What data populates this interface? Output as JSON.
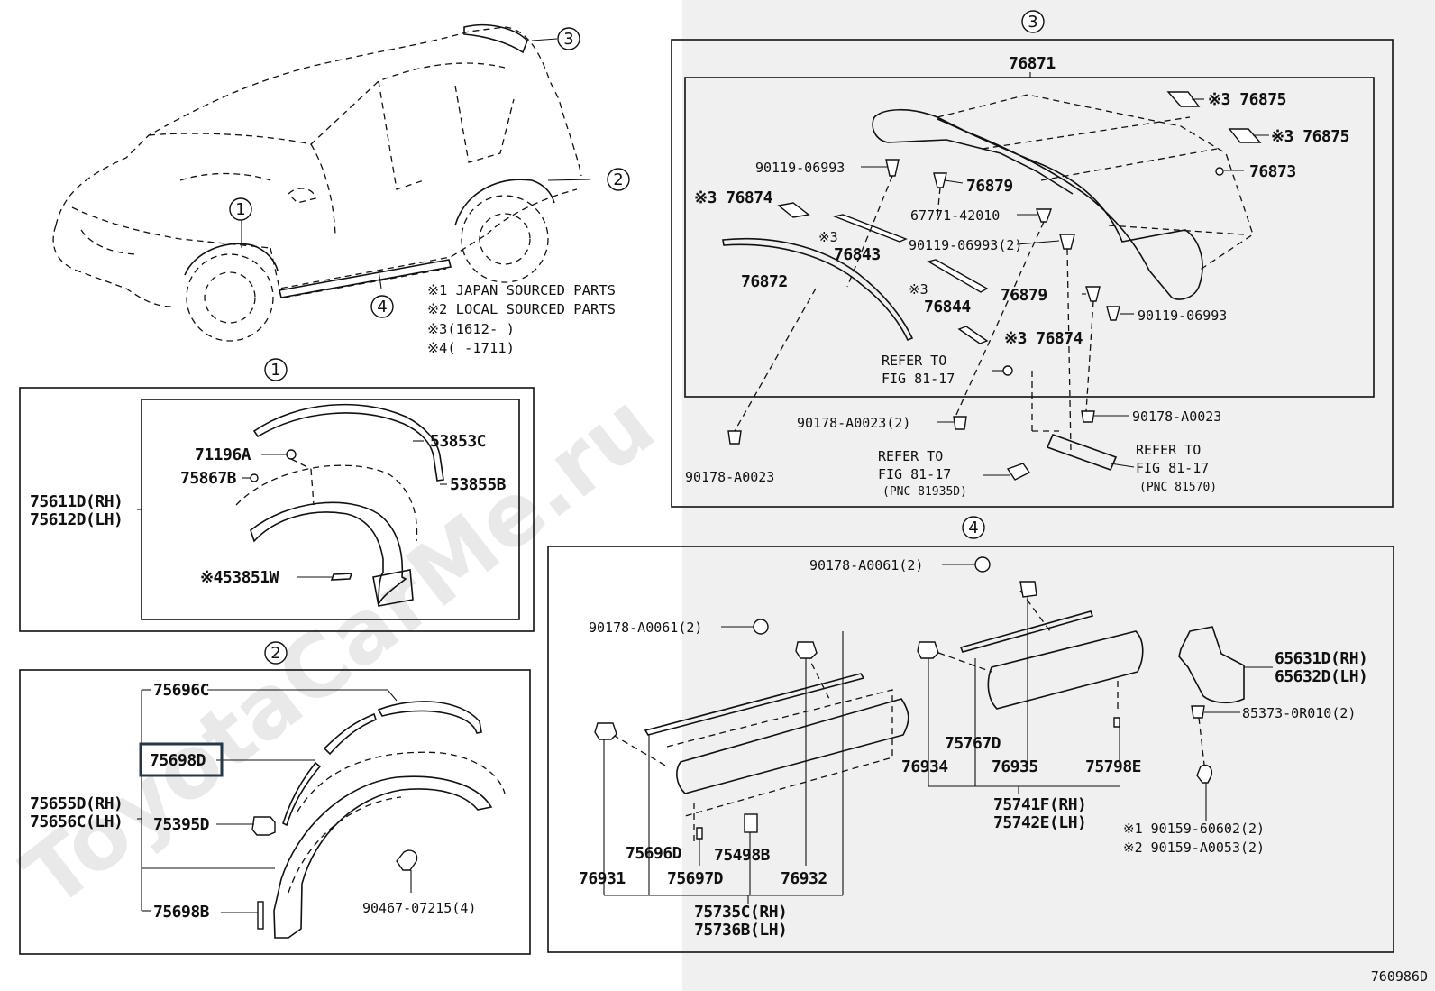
{
  "watermark": "ToyotaCarMe.ru",
  "illustration_code": "760986D",
  "callouts": {
    "c1": "1",
    "c2": "2",
    "c3": "3",
    "c4": "4"
  },
  "notes": {
    "n1": "※1 JAPAN SOURCED PARTS",
    "n2": "※2 LOCAL SOURCED PARTS",
    "n3": "※3(1612-      )",
    "n4": "※4(      -1711)"
  },
  "section1": {
    "p53853C": "53853C",
    "p71196A": "71196A",
    "p75867B": "75867B",
    "p53855B": "53855B",
    "p75611D": "75611D(RH)",
    "p75612D": "75612D(LH)",
    "p53851W": "※453851W"
  },
  "section2": {
    "p75696C": "75696C",
    "p75698D": "75698D",
    "p75655D": "75655D(RH)",
    "p75656C": "75656C(LH)",
    "p75395D": "75395D",
    "p90467": "90467-07215(4)",
    "p75698B": "75698B"
  },
  "section3": {
    "p76871": "76871",
    "p76875a": "※3 76875",
    "p76875b": "※3 76875",
    "p76873": "76873",
    "p90119a": "90119-06993",
    "p76879a": "76879",
    "p76874a": "※3 76874",
    "p67771": "67771-42010",
    "p76843m": "※3",
    "p76843": "76843",
    "p90119b": "90119-06993(2)",
    "p76872": "76872",
    "p76844m": "※3",
    "p76844": "76844",
    "p76879b": "76879",
    "p90119c": "90119-06993",
    "p76874b": "※3 76874",
    "ref1a": "REFER TO",
    "ref1b": "FIG 81-17",
    "p90178a": "90178-A0023(2)",
    "p90178b": "90178-A0023",
    "p90178c": "90178-A0023",
    "ref2a": "REFER TO",
    "ref2b": "FIG 81-17",
    "ref2c": "(PNC 81935D)",
    "ref3a": "REFER TO",
    "ref3b": "FIG 81-17",
    "ref3c": "(PNC 81570)"
  },
  "section4": {
    "p90178d": "90178-A0061(2)",
    "p90178e": "90178-A0061(2)",
    "p65631": "65631D(RH)",
    "p65632": "65632D(LH)",
    "p85373": "85373-0R010(2)",
    "p75767": "75767D",
    "p76934": "76934",
    "p76935": "76935",
    "p75798": "75798E",
    "p75741": "75741F(RH)",
    "p75742": "75742E(LH)",
    "p90159a": "※1 90159-60602(2)",
    "p90159b": "※2 90159-A0053(2)",
    "p75696D": "75696D",
    "p75498": "75498B",
    "p76931": "76931",
    "p75697": "75697D",
    "p76932": "76932",
    "p75735": "75735C(RH)",
    "p75736": "75736B(LH)"
  }
}
